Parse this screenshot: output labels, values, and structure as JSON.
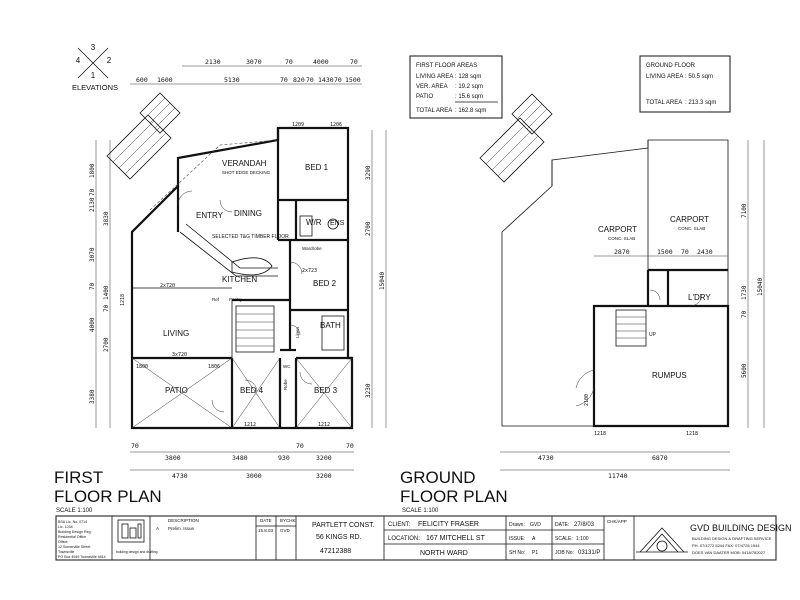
{
  "elevations": {
    "label": "ELEVATIONS",
    "numbers": [
      "1",
      "2",
      "3",
      "4"
    ]
  },
  "first_floor": {
    "title_line1": "FIRST",
    "title_line2": "FLOOR PLAN",
    "scale": "SCALE 1:100",
    "rooms": {
      "verandah": "VERANDAH",
      "verandah_note": "SHOT EDGE DECKING",
      "bed1": "BED 1",
      "entry": "ENTRY",
      "dining": "DINING",
      "wir": "W/R",
      "ens": "ENS",
      "kitchen": "KITCHEN",
      "floor_note": "SELECTED T&G TIMBER FLOOR",
      "bed2": "BED 2",
      "living": "LIVING",
      "bath": "BATH",
      "patio": "PATIO",
      "bed4": "BED 4",
      "bed3": "BED 3",
      "pantry": "Pantry",
      "ref": "Ref",
      "linen": "Linen",
      "robe": "Robe",
      "wardrobe": "Wardrobe",
      "wc": "WC"
    },
    "dims_top": [
      "2130",
      "3070",
      "70",
      "4000",
      "70"
    ],
    "dims_top2": [
      "600",
      "1600",
      "5130",
      "70",
      "820",
      "70",
      "1430",
      "70",
      "1500"
    ],
    "dims_bottom1": [
      "70",
      "3800",
      "3480",
      "930",
      "70",
      "3200",
      "70"
    ],
    "dims_bottom2": [
      "4730",
      "3000",
      "3200"
    ],
    "dims_left": [
      "1800",
      "70",
      "2130",
      "3830",
      "3070",
      "70",
      "1400",
      "70",
      "4000",
      "2700",
      "3380"
    ],
    "dims_right": [
      "3290",
      "2700",
      "15040",
      "3230"
    ],
    "misc_dims": [
      "2x720",
      "3x720",
      "1800",
      "1806",
      "1212",
      "1212",
      "1209",
      "1206",
      "2x723",
      "1218"
    ]
  },
  "first_floor_areas": {
    "heading": "FIRST FLOOR AREAS",
    "rows": [
      {
        "label": "LIVING AREA",
        "value": ": 128 sqm"
      },
      {
        "label": "VER. AREA",
        "value": ": 19.2 sqm"
      },
      {
        "label": "PATIO",
        "value": ": 15.6 sqm"
      }
    ],
    "total_label": "TOTAL AREA",
    "total_value": ": 162.8 sqm"
  },
  "ground_floor_areas": {
    "heading": "GROUND FLOOR",
    "living_label": "LIVING AREA",
    "living_value": ": 50.5 sqm",
    "total_label": "TOTAL AREA",
    "total_value": ": 213.3 sqm"
  },
  "ground_floor": {
    "title_line1": "GROUND",
    "title_line2": "FLOOR PLAN",
    "scale": "SCALE 1:100",
    "rooms": {
      "carport1": "CARPORT",
      "carport1_note": "CONC. SLAB",
      "carport2": "CARPORT",
      "carport2_note": "CONC. SLAB",
      "ldry": "L'DRY",
      "rumpus": "RUMPUS",
      "up": "UP"
    },
    "dims_mid": [
      "2870",
      "1500",
      "70",
      "2430"
    ],
    "dims_bottom1": [
      "4730",
      "6870"
    ],
    "dims_bottom2": [
      "11740"
    ],
    "dims_right": [
      "7100",
      "1730",
      "70",
      "15040",
      "5600"
    ],
    "misc_dims": [
      "1218",
      "1218",
      "2100"
    ]
  },
  "title_block": {
    "practitioner": [
      "BSA Lic. No. 0714",
      "Lic. 1234",
      "Building Design Reg.",
      "Residential Office",
      "Office:",
      "12 Somerville Street",
      "Townsville",
      "PO Box 4949 Townsville 4814"
    ],
    "logo_caption": "building design and drafting",
    "issue_header": "DESCRIPTION",
    "issue_row": [
      "A",
      "Prelim. Issue"
    ],
    "col_headers": [
      "DATE",
      "BY",
      "CHK"
    ],
    "col_values": [
      "15.8.03",
      "GVD",
      ""
    ],
    "project_line1": "PARTLETT CONST.",
    "project_line2": "56 KINGS RD.",
    "project_line3": "47212388",
    "client_label": "CLIENT:",
    "client_value": "FELICITY FRASER",
    "location_label": "LOCATION:",
    "location_value": "167 MITCHELL ST",
    "location_line2": "NORTH WARD",
    "drawn_label": "Drawn:",
    "drawn_value": "GVD",
    "date_label": "DATE:",
    "date_value": "27/8/03",
    "issue_label": "ISSUE:",
    "issue_value": "A",
    "scale_label": "SCALE:",
    "scale_value": "1:100",
    "sheet_label": "SH No:",
    "sheet_value": "P1",
    "job_label": "JOB No:",
    "job_value": "03131/P",
    "chk_label": "CHK/APP",
    "company": "GVD BUILDING DESIGN",
    "company_sub": "BUILDING DESIGN & DRAFTING SERVICE",
    "company_phone": "PH. 07/4772 5244  FAX: 07/4725 1944",
    "company_contact": "DOES VAN DAATER MOB: 0418/782027"
  },
  "colors": {
    "ink": "#111111",
    "paper": "#ffffff"
  }
}
